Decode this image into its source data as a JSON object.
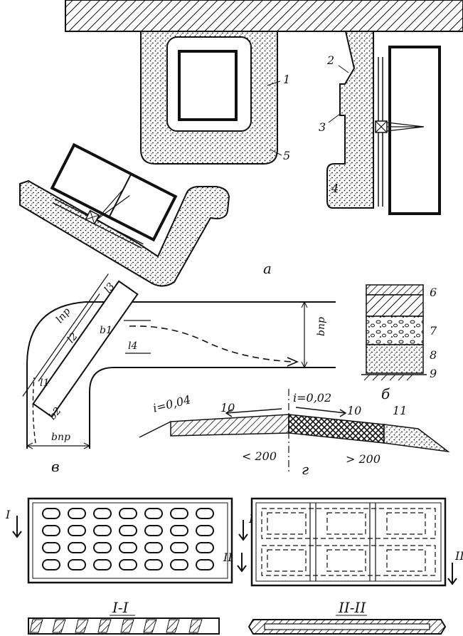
{
  "callouts": {
    "n1": "1",
    "n2": "2",
    "n3": "3",
    "n4": "4",
    "n5": "5",
    "n6": "6",
    "n7": "7",
    "n8": "8",
    "n9": "9",
    "n10a": "10",
    "n10b": "10",
    "n11": "11"
  },
  "panels": {
    "a": "а",
    "b": "б",
    "v": "в",
    "g": "г"
  },
  "dimensions": {
    "l_pr": "lпр",
    "l_3": "l3",
    "l_2": "l2",
    "b_1": "b1",
    "l_4": "l4",
    "l_1": "l1",
    "b_2": "b2",
    "b_np_right": "bпр",
    "b_np_bottom": "bпр"
  },
  "slopes": {
    "left": "i=0,04",
    "right": "i=0,02"
  },
  "widths": {
    "lt": "< 200",
    "gt": "> 200"
  },
  "sections": {
    "mark_I_left": "I",
    "mark_I_right": "I",
    "mark_II_left": "II",
    "mark_II_right": "II",
    "title_I": "I-I",
    "title_II": "II-II"
  }
}
